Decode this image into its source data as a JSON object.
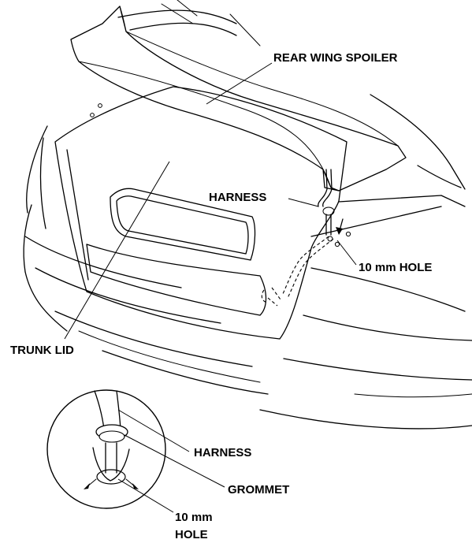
{
  "labels": {
    "spoiler": "REAR WING SPOILER",
    "harness_top": "HARNESS",
    "hole_top": "10 mm HOLE",
    "trunk_lid": "TRUNK LID",
    "harness_inset": "HARNESS",
    "grommet": "GROMMET",
    "hole_inset_line1": "10 mm",
    "hole_inset_line2": "HOLE"
  }
}
